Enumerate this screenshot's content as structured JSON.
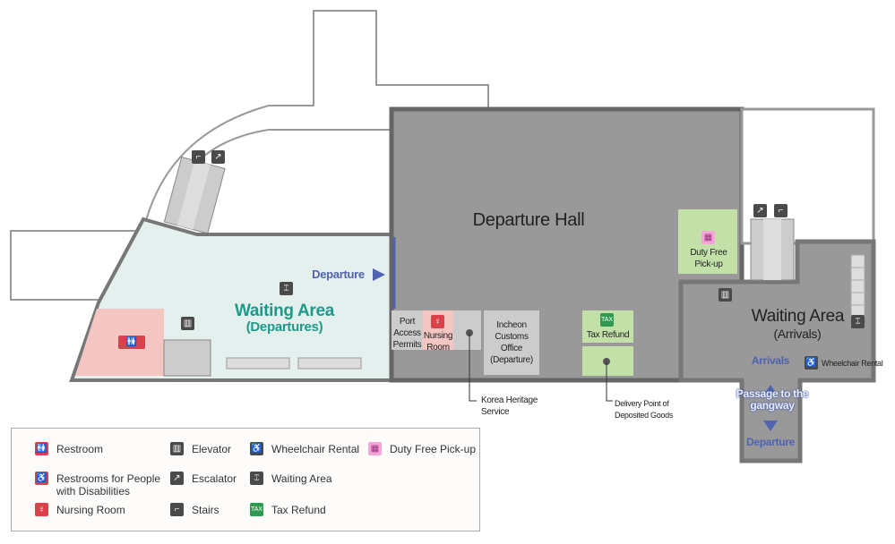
{
  "rooms": {
    "departure_hall": "Departure Hall",
    "waiting_dep_title": "Waiting Area",
    "waiting_dep_sub": "(Departures)",
    "departure_arrow": "Departure",
    "port_access": "Port Access Permits",
    "nursing_room": "Nursing Room",
    "customs": "Incheon Customs Office (Departure)",
    "tax_refund": "Tax Refund",
    "duty_free": "Duty Free Pick-up",
    "waiting_arr_title": "Waiting Area",
    "waiting_arr_sub": "(Arrivals)",
    "arrivals": "Arrivals",
    "passage": "Passage to the gangway",
    "passage_departure": "Departure",
    "wheelchair_rental": "Wheelchair Rental"
  },
  "callouts": {
    "heritage": "Korea Heritage Service",
    "delivery": "Delivery Point of Deposited Goods"
  },
  "legend": [
    {
      "icon": "restroom-icon",
      "label": "Restroom"
    },
    {
      "icon": "elevator-icon",
      "label": "Elevator"
    },
    {
      "icon": "wheelchair-icon",
      "label": "Wheelchair Rental"
    },
    {
      "icon": "gift-icon",
      "label": "Duty Free Pick-up"
    },
    {
      "icon": "accessible-restroom-icon",
      "label": "Restrooms for People with Disabilities"
    },
    {
      "icon": "escalator-icon",
      "label": "Escalator"
    },
    {
      "icon": "waiting-area-icon",
      "label": "Waiting Area"
    },
    {
      "icon": "nursing-room-icon",
      "label": "Nursing Room"
    },
    {
      "icon": "stairs-icon",
      "label": "Stairs"
    },
    {
      "icon": "tax-refund-icon",
      "label": "Tax Refund"
    }
  ],
  "colors": {
    "hall": "#999999",
    "wall": "#777777",
    "mint": "#e3f0ee",
    "pink": "#f3c6c2",
    "green": "#c2e0a8",
    "accent": "#4f63b0"
  }
}
